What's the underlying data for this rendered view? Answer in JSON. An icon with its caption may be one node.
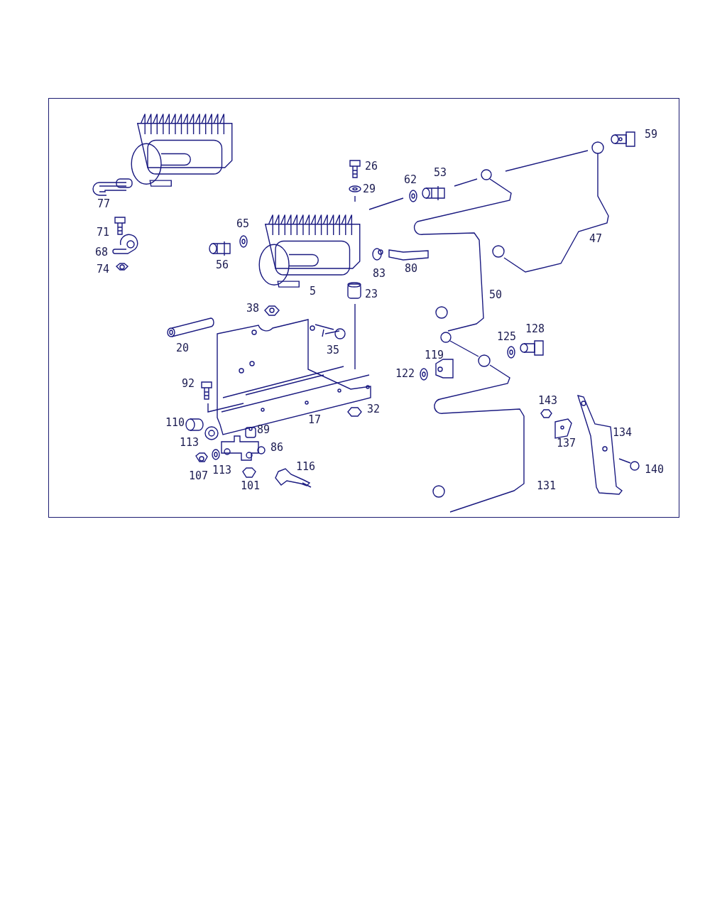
{
  "diagram": {
    "labels": [
      "59",
      "26",
      "62",
      "53",
      "77",
      "29",
      "71",
      "65",
      "68",
      "56",
      "47",
      "74",
      "83",
      "80",
      "5",
      "23",
      "50",
      "38",
      "125",
      "128",
      "20",
      "35",
      "119",
      "122",
      "92",
      "143",
      "32",
      "17",
      "134",
      "110",
      "89",
      "113",
      "137",
      "86",
      "140",
      "107",
      "113",
      "101",
      "116",
      "131"
    ]
  }
}
